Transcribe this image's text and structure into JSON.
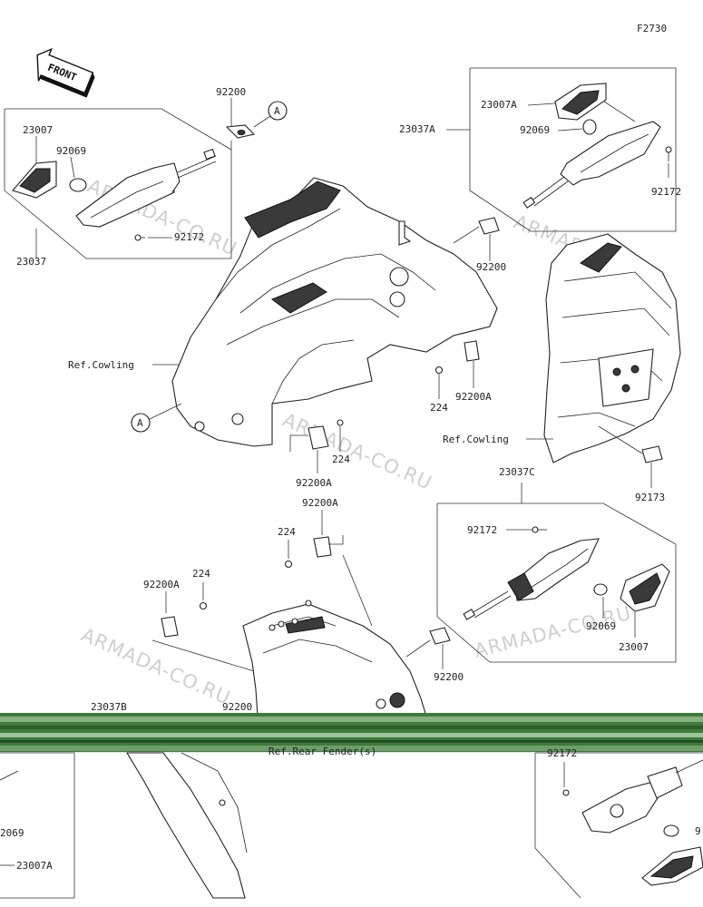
{
  "figure_code": "F2730",
  "front_label": "FRONT",
  "watermark": "ARMADA-CO.RU",
  "refs": {
    "cowling_left": "Ref.Cowling",
    "cowling_right": "Ref.Cowling",
    "rear_fender": "Ref.Rear Fender(s)"
  },
  "callout_a": "A",
  "parts": {
    "p92200_top": "92200",
    "p23007_left": "23007",
    "p92069_left": "92069",
    "p23037": "23037",
    "p92172_left": "92172",
    "p23007A_top": "23007A",
    "p23037A": "23037A",
    "p92069_top": "92069",
    "p92172_top": "92172",
    "p92200_mid": "92200",
    "p224_mid": "224",
    "p92200A_mid": "92200A",
    "p224_center": "224",
    "p92200A_center": "92200A",
    "p92173": "92173",
    "p23037C": "23037C",
    "p92172_c": "92172",
    "p92069_c": "92069",
    "p23007_c": "23007",
    "p92200A_low": "92200A",
    "p224_low": "224",
    "p224_lowleft": "224",
    "p92200A_lowleft": "92200A",
    "p92200_low": "92200",
    "p23037B": "23037B",
    "p92200_bottom": "92200",
    "p92172_bottom": "92172",
    "p92069_bottom_left": "2069",
    "p23007A_bottom": "23007A",
    "p9_bottom_right": "9"
  }
}
